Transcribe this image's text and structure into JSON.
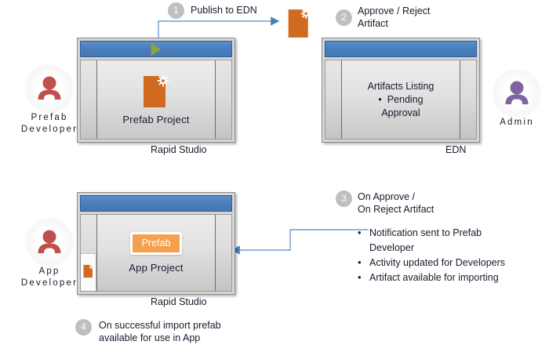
{
  "diagram": {
    "title": "Prefab publish and import workflow",
    "colors": {
      "titlebar_blue": "#4a7ebb",
      "connector_blue": "#4a7ebb",
      "artifact_orange": "#d2691e",
      "prefab_orange": "#f4a04c",
      "actor_red": "#c0504d",
      "actor_purple": "#8064a2",
      "badge_gray": "#bfbfbf",
      "play_green": "#8aa63c"
    }
  },
  "actors": [
    {
      "id": "prefab-developer",
      "name": "Prefab\nDeveloper",
      "line1": "Prefab",
      "line2": "Developer",
      "color": "#c0504d"
    },
    {
      "id": "admin",
      "name": "Admin",
      "line1": "Admin",
      "line2": "",
      "color": "#8064a2"
    },
    {
      "id": "app-developer",
      "name": "App\nDeveloper",
      "line1": "App",
      "line2": "Developer",
      "color": "#c0504d"
    }
  ],
  "windows": {
    "prefab_project": {
      "caption": "Rapid Studio",
      "project_label": "Prefab Project",
      "titlebar_icon": "play-icon",
      "content_icon": "artifact-icon"
    },
    "edn": {
      "caption": "EDN",
      "heading": "Artifacts Listing",
      "bullet_line1": "Pending",
      "bullet_line2": "Approval"
    },
    "app_project": {
      "caption": "Rapid Studio",
      "project_label": "App  Project",
      "prefab_tile_label": "Prefab",
      "left_pane_icon": "artifact-icon"
    }
  },
  "steps": [
    {
      "number": "1",
      "text": "Publish to EDN"
    },
    {
      "number": "2",
      "text": "Approve / Reject\nArtifact"
    },
    {
      "number": "3",
      "text": "On Approve /\nOn Reject Artifact"
    },
    {
      "number": "4",
      "text": "On successful import prefab\navailable for use in App"
    }
  ],
  "outcome_bullets": [
    "Notification sent to Prefab Developer",
    "Activity updated for Developers",
    "Artifact available for importing"
  ]
}
